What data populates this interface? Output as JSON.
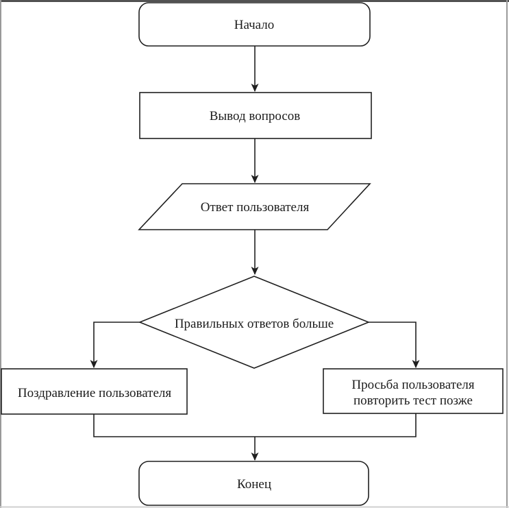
{
  "page": {
    "background_color": "#ffffff",
    "ink_color": "#1f1f1f",
    "frame_colors": {
      "top": "#333333",
      "left": "#999999",
      "right": "#999999",
      "bottom": "#d0d0d0"
    }
  },
  "diagram": {
    "type": "flowchart",
    "language": "ru",
    "nodes": {
      "start": {
        "shape": "terminator",
        "label": "Начало"
      },
      "output_questions": {
        "shape": "process",
        "label": "Вывод вопросов"
      },
      "user_answer": {
        "shape": "input-output",
        "label": "Ответ пользователя"
      },
      "decision": {
        "shape": "decision",
        "label": "Правильных ответов больше"
      },
      "congratulation": {
        "shape": "process",
        "label": "Поздравление пользователя"
      },
      "retry_request": {
        "shape": "process",
        "label_line1": "Просьба пользователя",
        "label_line2": "повторить тест позже"
      },
      "end": {
        "shape": "terminator",
        "label": "Конец"
      }
    },
    "edges": [
      {
        "from": "start",
        "to": "output_questions"
      },
      {
        "from": "output_questions",
        "to": "user_answer"
      },
      {
        "from": "user_answer",
        "to": "decision"
      },
      {
        "from": "decision",
        "to": "congratulation"
      },
      {
        "from": "decision",
        "to": "retry_request"
      },
      {
        "from": "congratulation",
        "to": "end"
      },
      {
        "from": "retry_request",
        "to": "end"
      }
    ]
  }
}
